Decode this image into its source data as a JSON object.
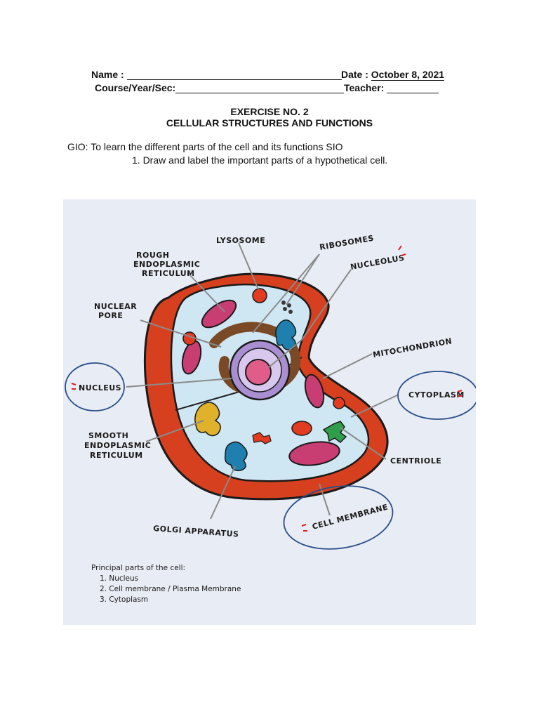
{
  "header": {
    "name_label": "Name :",
    "date_label": "Date :",
    "date_value": "October 8, 2021",
    "course_label": "Course/Year/Sec:",
    "teacher_label": "Teacher:"
  },
  "title": {
    "exercise": "EXERCISE NO. 2",
    "subtitle": "CELLULAR STRUCTURES AND FUNCTIONS"
  },
  "objectives": {
    "gio": "GIO: To learn the different parts of the cell and its functions SIO",
    "sio_1": "1. Draw and label the important parts of a hypothetical cell."
  },
  "diagram": {
    "labels": {
      "rough_er_1": "ROUGH",
      "rough_er_2": "ENDOPLASMIC",
      "rough_er_3": "RETICULUM",
      "lysosome": "LYSOSOME",
      "ribosomes": "RIBOSOMES",
      "nucleolus": "NUCLEOLUS",
      "nuclear_pore_1": "NUCLEAR",
      "nuclear_pore_2": "PORE",
      "mitochondrion": "MITOCHONDRION",
      "nucleus": "NUCLEUS",
      "cytoplasm": "CYTOPLASM",
      "smooth_er_1": "SMOOTH",
      "smooth_er_2": "ENDOPLASMIC",
      "smooth_er_3": "RETICULUM",
      "centriole": "CENTRIOLE",
      "golgi": "GOLGI APPARATUS",
      "cell_membrane": "CELL MEMBRANE"
    },
    "colors": {
      "membrane": "#d6401f",
      "cytoplasm": "#cfe6f3",
      "nucleus": "#a98fd1",
      "nucleolus": "#e05d8a",
      "er": "#7a4a26",
      "mitochondria": "#c83e73",
      "golgi": "#1f7fae",
      "smooth_er": "#e0b12b",
      "centriole": "#2f9e4a",
      "lysosome": "#e23b1f",
      "circle": "#2b4f8a"
    },
    "notes_title": "Principal parts of the cell:",
    "notes": [
      "1. Nucleus",
      "2. Cell membrane / Plasma Membrane",
      "3. Cytoplasm"
    ]
  }
}
